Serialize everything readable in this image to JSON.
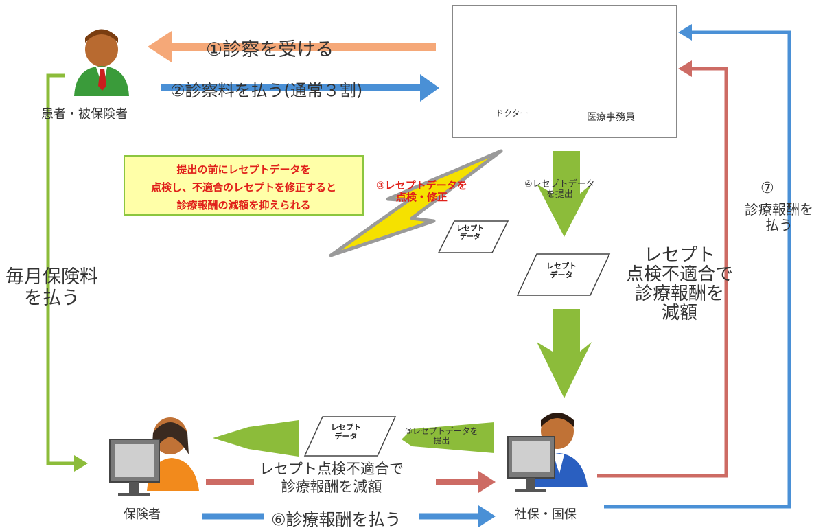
{
  "actors": {
    "patient": "患者・被保険者",
    "doctor": "ドクター",
    "clerk": "医療事務員",
    "insurer": "保険者",
    "review_org": "社保・国保"
  },
  "steps": {
    "s1": "①診察を受ける",
    "s2": "②診察料を払う(通常３割)",
    "s3": "③レセプトデータを\n点検・修正",
    "s4": "④レセプトデータ\nを提出",
    "s5": "⑤レセプトデータを\n提出",
    "s6": "⑥診療報酬を払う",
    "s7_num": "⑦",
    "s7": "診療報酬を\n払う"
  },
  "note": "提出の前にレセプトデータを\n点検し、不適合のレセプトを修正すると\n診療報酬の減額を抑えられる",
  "monthly_premium": "毎月保険料\nを払う",
  "reduction_right": "レセプト\n点検不適合で\n診療報酬を\n減額",
  "reduction_bottom": "レセプト点検不適合で\n診療報酬を減額",
  "document_label": "レセプト\nデータ",
  "colors": {
    "orange": "#f5a878",
    "blue": "#4a90d6",
    "red": "#cd6b64",
    "green": "#8cbc3a",
    "note_bg": "#ffffa8",
    "lightning": "#f5e100"
  }
}
